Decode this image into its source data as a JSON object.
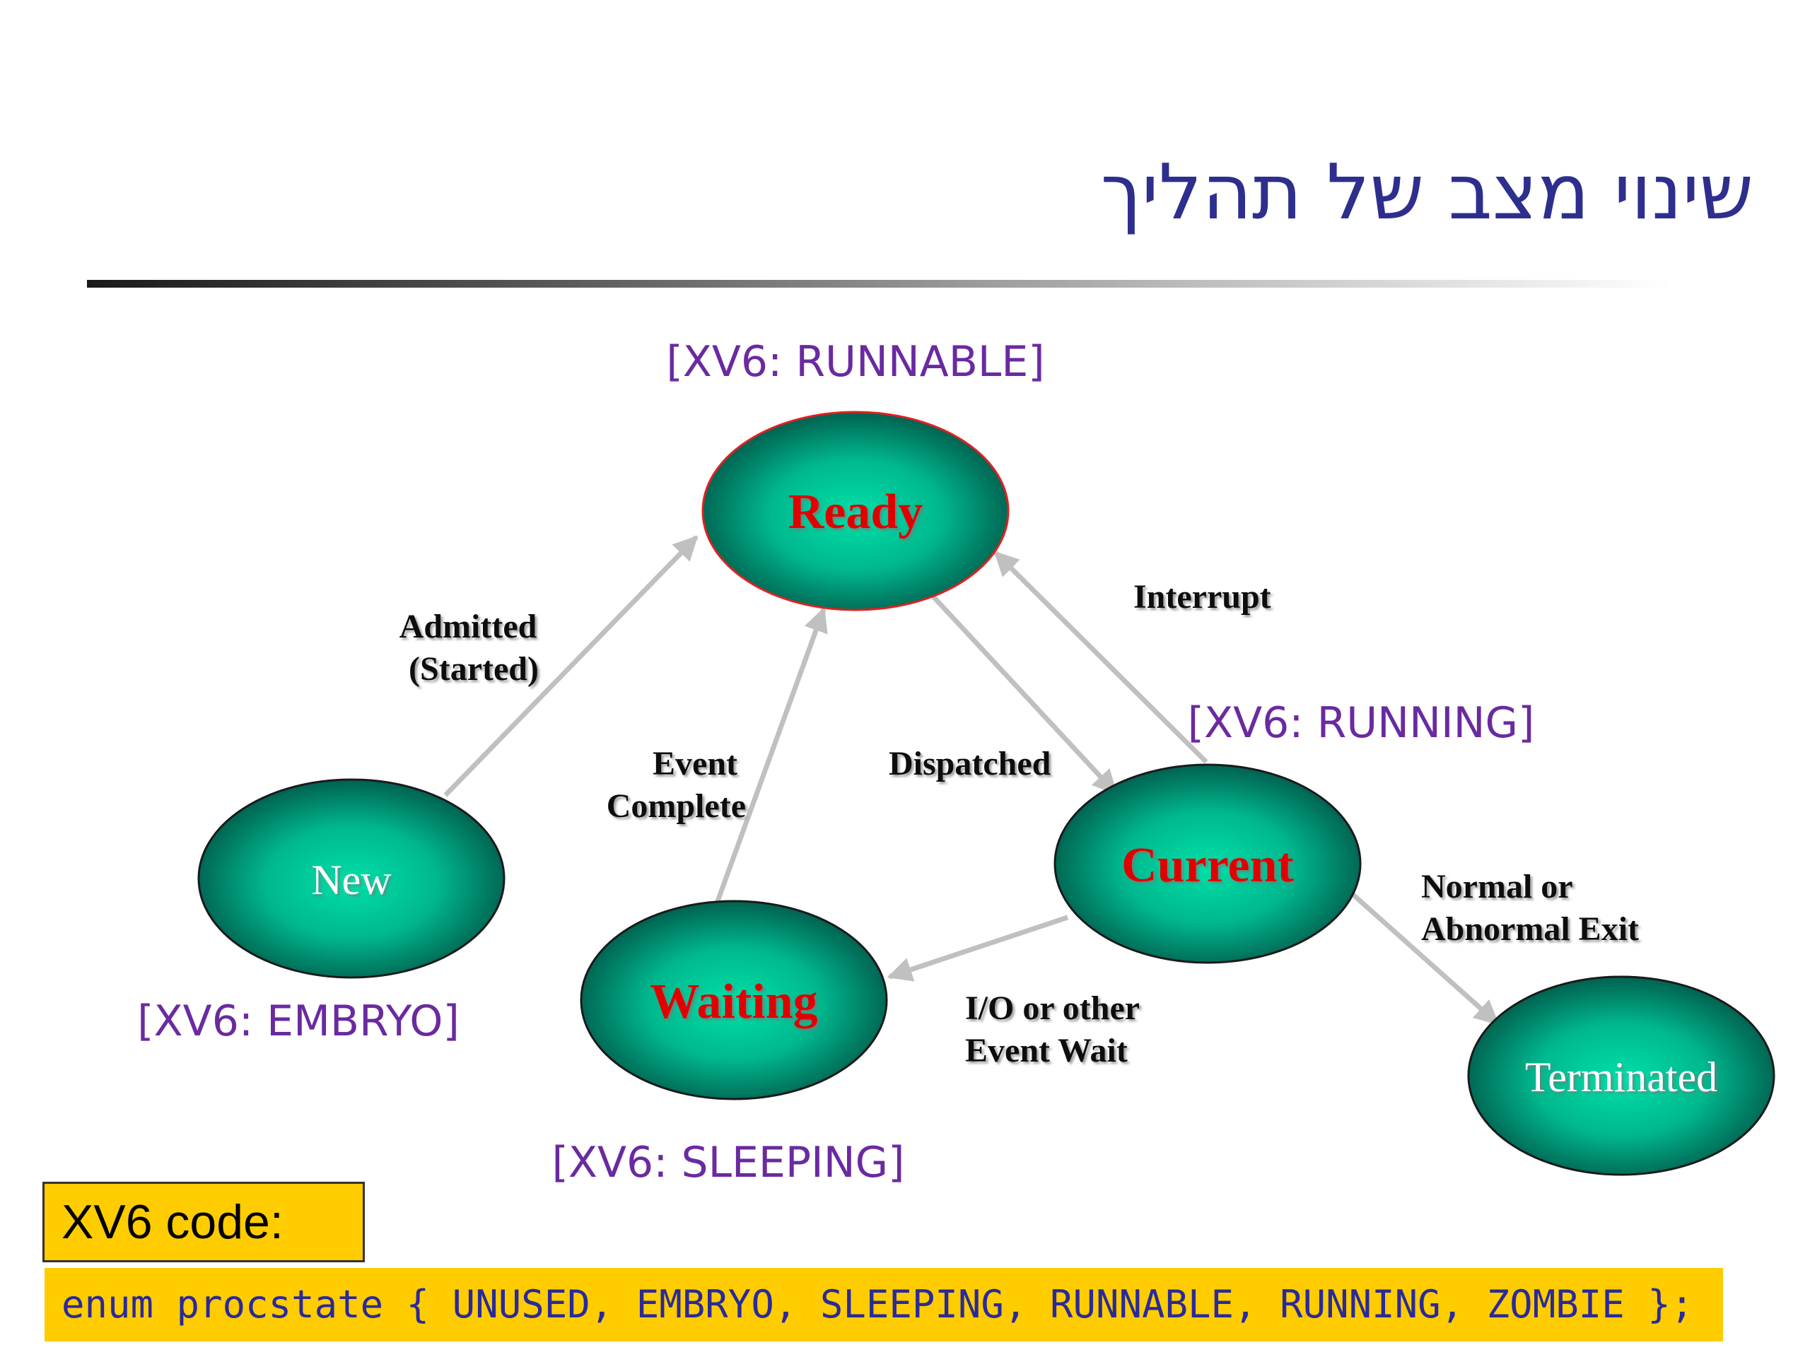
{
  "title": "שינוי מצב של תהליך",
  "states": {
    "ready": "Ready",
    "new": "New",
    "waiting": "Waiting",
    "current": "Current",
    "terminated": "Terminated"
  },
  "xv6_tags": {
    "runnable": "[XV6: RUNNABLE]",
    "running": "[XV6: RUNNING]",
    "embryo": "[XV6: EMBRYO]",
    "sleeping": "[XV6: SLEEPING]"
  },
  "transitions": {
    "admitted": [
      "Admitted",
      "(Started)"
    ],
    "event_complete": [
      "Event",
      "Complete"
    ],
    "dispatched": "Dispatched",
    "interrupt": "Interrupt",
    "exit": [
      "Normal or",
      "Abnormal Exit"
    ],
    "io_wait": [
      "I/O or other",
      "Event Wait"
    ]
  },
  "code": {
    "label": "XV6 code:",
    "line": "enum procstate { UNUSED, EMBRYO, SLEEPING, RUNNABLE, RUNNING, ZOMBIE };"
  },
  "colors": {
    "title": "#2e2e8e",
    "node_light": "#00e0a8",
    "node_dark": "#004a3c",
    "arrow": "#c0c0c0",
    "xv6_tag": "#6a2aa0",
    "code_bg": "#ffcc00",
    "code_text": "#2a2a9a"
  }
}
